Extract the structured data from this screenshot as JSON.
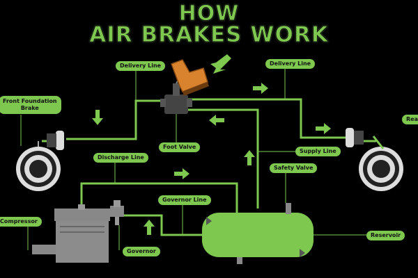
{
  "title": {
    "line1": "HOW",
    "line2": "AIR BRAKES WORK"
  },
  "labels": {
    "delivery_line_left": "Delivery Line",
    "delivery_line_right": "Delivery Line",
    "front_foundation_brake_1": "Front Foundation",
    "front_foundation_brake_2": "Brake",
    "rear": "Rear",
    "foot_valve": "Foot Valve",
    "supply_line": "Supply Line",
    "discharge_line": "Discharge Line",
    "safety_valve": "Safety Valve",
    "governor_line": "Governor Line",
    "compressor": "Compressor",
    "governor": "Governor",
    "reservoir": "Reservoir"
  },
  "colors": {
    "accent": "#7ec850",
    "component": "#8c8c8c",
    "dark_component": "#444444",
    "boot": "#d9832e"
  },
  "icons": [
    "boot-icon",
    "arrow-icon"
  ]
}
